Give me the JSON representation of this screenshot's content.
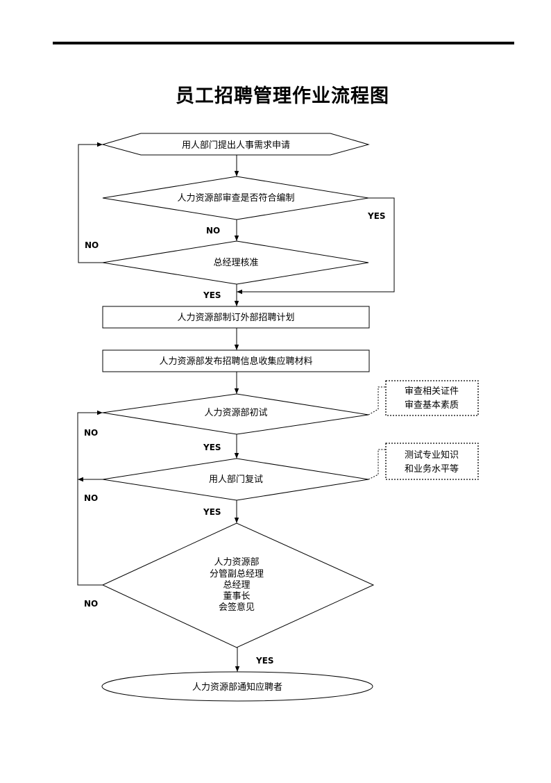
{
  "title": "员工招聘管理作业流程图",
  "nodes": {
    "n1": "用人部门提出人事需求申请",
    "n2": "人力资源部审查是否符合编制",
    "n3": "总经理核准",
    "n4": "人力资源部制订外部招聘计划",
    "n5": "人力资源部发布招聘信息收集应聘材料",
    "n6": "人力资源部初试",
    "n7": "用人部门复试",
    "n8": [
      "人力资源部",
      "分管副总经理",
      "总经理",
      "董事长",
      "会签意见"
    ],
    "n9": "人力资源部通知应聘者"
  },
  "notes": {
    "note1": [
      "审查相关证件",
      "审查基本素质"
    ],
    "note2": [
      "测试专业知识",
      "和业务水平等"
    ]
  },
  "labels": {
    "n2_yes": "YES",
    "n2_no": "NO",
    "n3_no": "NO",
    "n3_yes": "YES",
    "n6_no": "NO",
    "n6_yes": "YES",
    "n7_no": "NO",
    "n7_yes": "YES",
    "n8_no": "NO",
    "n8_yes": "YES"
  }
}
